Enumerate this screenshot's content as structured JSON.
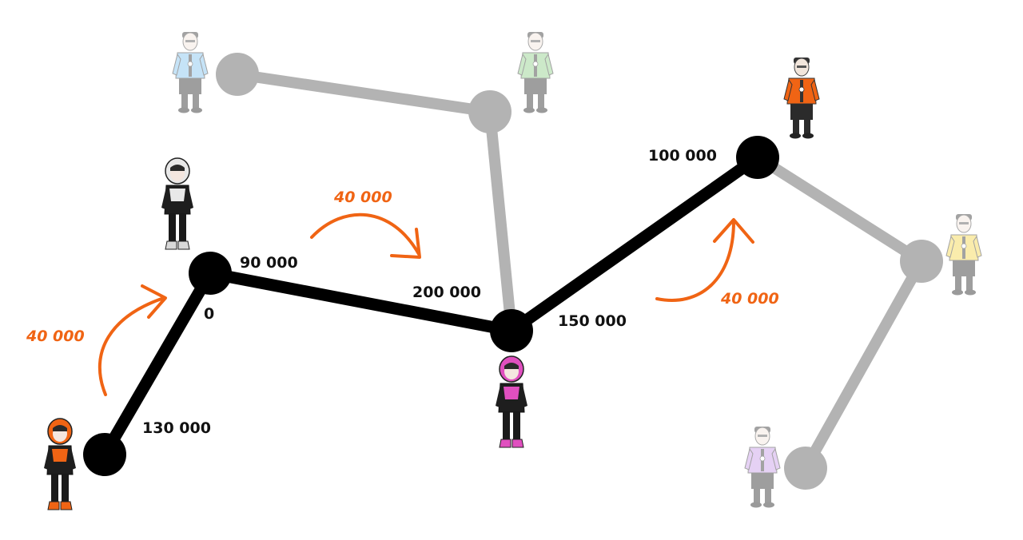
{
  "colors": {
    "active_path": "#000000",
    "inactive_path": "#b3b3b3",
    "transfer": "#f06414",
    "label": "#111111",
    "background": "#ffffff"
  },
  "nodes": [
    {
      "id": "n1",
      "active": true,
      "character": "orange-hooded-girl"
    },
    {
      "id": "n2",
      "active": true,
      "character": "white-hooded-girl"
    },
    {
      "id": "n3",
      "active": true,
      "character": "pink-hooded-girl"
    },
    {
      "id": "n4",
      "active": true,
      "character": "orange-jacket-boy"
    },
    {
      "id": "g1",
      "active": false,
      "character": "blue-jacket-boy"
    },
    {
      "id": "g2",
      "active": false,
      "character": "green-jacket-boy"
    },
    {
      "id": "g3",
      "active": false,
      "character": "yellow-jacket-boy"
    },
    {
      "id": "g4",
      "active": false,
      "character": "purple-jacket-boy"
    }
  ],
  "edges": [
    {
      "from": "n1",
      "to": "n2",
      "active": true
    },
    {
      "from": "n2",
      "to": "n3",
      "active": true
    },
    {
      "from": "n3",
      "to": "n4",
      "active": true
    },
    {
      "from": "g1",
      "to": "g2",
      "active": false
    },
    {
      "from": "g2",
      "to": "n3",
      "active": false
    },
    {
      "from": "n4",
      "to": "g3",
      "active": false
    },
    {
      "from": "g3",
      "to": "g4",
      "active": false
    }
  ],
  "labels": {
    "n1": "130 000",
    "n2_before": "0",
    "n2_after": "90 000",
    "n3_before": "200 000",
    "n3_after": "150 000",
    "n4": "100 000"
  },
  "transfers": [
    {
      "id": "t1",
      "amount": "40 000"
    },
    {
      "id": "t2",
      "amount": "40 000"
    },
    {
      "id": "t3",
      "amount": "40 000"
    }
  ]
}
